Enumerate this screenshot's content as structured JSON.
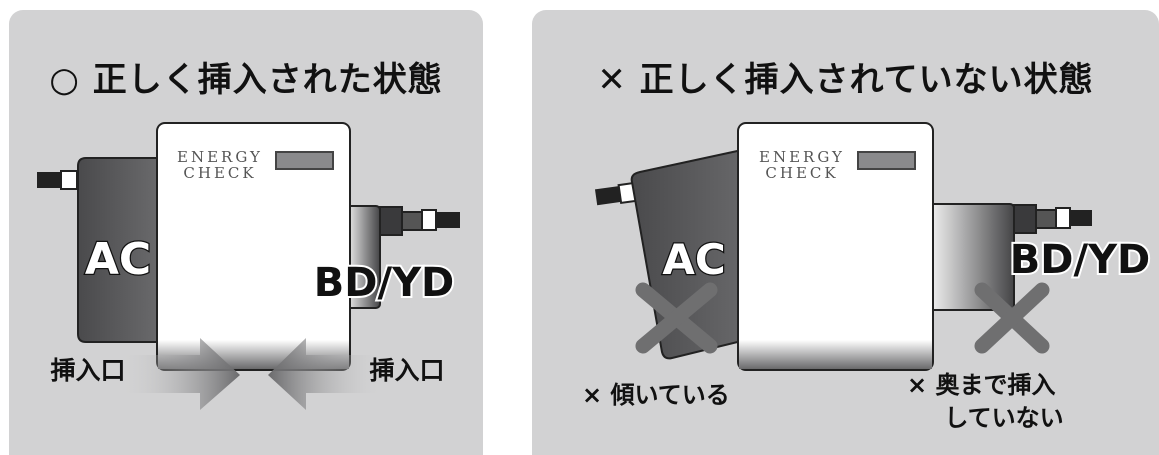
{
  "left_panel": {
    "title": "○ 正しく挿入された状態",
    "device_text_line1": "ENERGY",
    "device_text_line2": "CHECK",
    "ac_label": "AC",
    "bdyd_label": "BD/YD",
    "insert_label_left": "挿入口",
    "insert_label_right": "挿入口"
  },
  "right_panel": {
    "title": "✕ 正しく挿入されていない状態",
    "device_text_line1": "ENERGY",
    "device_text_line2": "CHECK",
    "ac_label": "AC",
    "bdyd_label": "BD/YD",
    "caption_tilted": "× 傾いている",
    "caption_not_inserted_line1": "× 奥まで挿入",
    "caption_not_inserted_line2": "していない"
  },
  "colors": {
    "panel_bg": "#d2d2d3",
    "device_body": "#ffffff",
    "adapter_dark": "#5a5a5c",
    "cross_mark": "#6f6f70"
  }
}
